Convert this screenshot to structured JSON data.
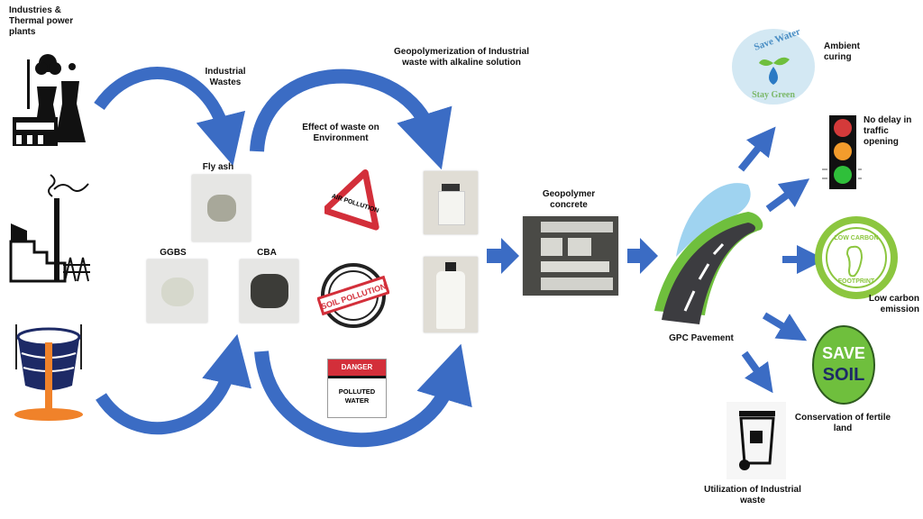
{
  "diagram": {
    "sources": {
      "title": "Industries & Thermal power plants",
      "icons": [
        "thermal-power-plant-icon",
        "industrial-factory-icon",
        "steel-ladle-icon"
      ]
    },
    "industrial_wastes": {
      "title": "Industrial Wastes",
      "items": [
        "Fly ash",
        "GGBS",
        "CBA"
      ]
    },
    "effects": {
      "title": "Effect of waste on Environment",
      "signs": {
        "air": "AIR POLLUTION",
        "soil": "SOIL POLLUTION",
        "water_header": "DANGER",
        "water_body": "POLLUTED WATER"
      }
    },
    "geopolymerization": {
      "title": "Geopolymerization of Industrial waste with alkaline solution"
    },
    "product": {
      "title": "Geopolymer concrete"
    },
    "pavement": {
      "title": "GPC Pavement"
    },
    "benefits": [
      {
        "label": "Ambient curing",
        "badge_top": "Save Water",
        "badge_bottom": "Stay Green"
      },
      {
        "label": "No delay in traffic opening"
      },
      {
        "label": "Low carbon emission",
        "badge_top": "LOW CARBON",
        "badge_bottom": "FOOTPRINT"
      },
      {
        "label": "Conservation of fertile land",
        "badge_top": "SAVE",
        "badge_bottom": "SOIL"
      },
      {
        "label": "Utilization of Industrial waste"
      }
    ],
    "colors": {
      "arrow": "#3b6cc4",
      "danger_red": "#d32f3a",
      "green": "#6fbf3d",
      "sky": "#9fd3f0"
    }
  }
}
